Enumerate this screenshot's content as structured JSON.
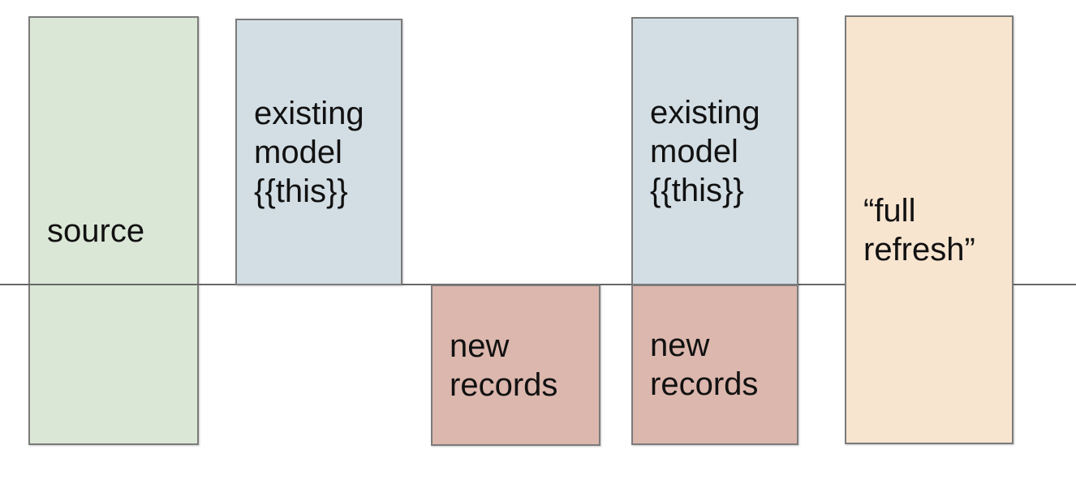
{
  "diagram": {
    "background": "#ffffff",
    "text_color": "#111111",
    "divider": {
      "color": "#686868"
    },
    "boxes": [
      {
        "id": "source",
        "label": "source",
        "fill": "#dbe7d6",
        "border": "#7b7b7b"
      },
      {
        "id": "existing-model-1",
        "label": "existing\nmodel\n{{this}}",
        "fill": "#d3dee4",
        "border": "#7b7b7b"
      },
      {
        "id": "new-records-1",
        "label": "new\nrecords",
        "fill": "#dcb7ad",
        "border": "#7b7b7b"
      },
      {
        "id": "existing-model-2",
        "label": "existing\nmodel\n{{this}}",
        "fill": "#d3dee4",
        "border": "#7b7b7b"
      },
      {
        "id": "new-records-2",
        "label": "new\nrecords",
        "fill": "#dcb7ad",
        "border": "#7b7b7b"
      },
      {
        "id": "full-refresh",
        "label": "“full\nrefresh”",
        "fill": "#f8e5d0",
        "border": "#7b7b7b"
      }
    ]
  }
}
